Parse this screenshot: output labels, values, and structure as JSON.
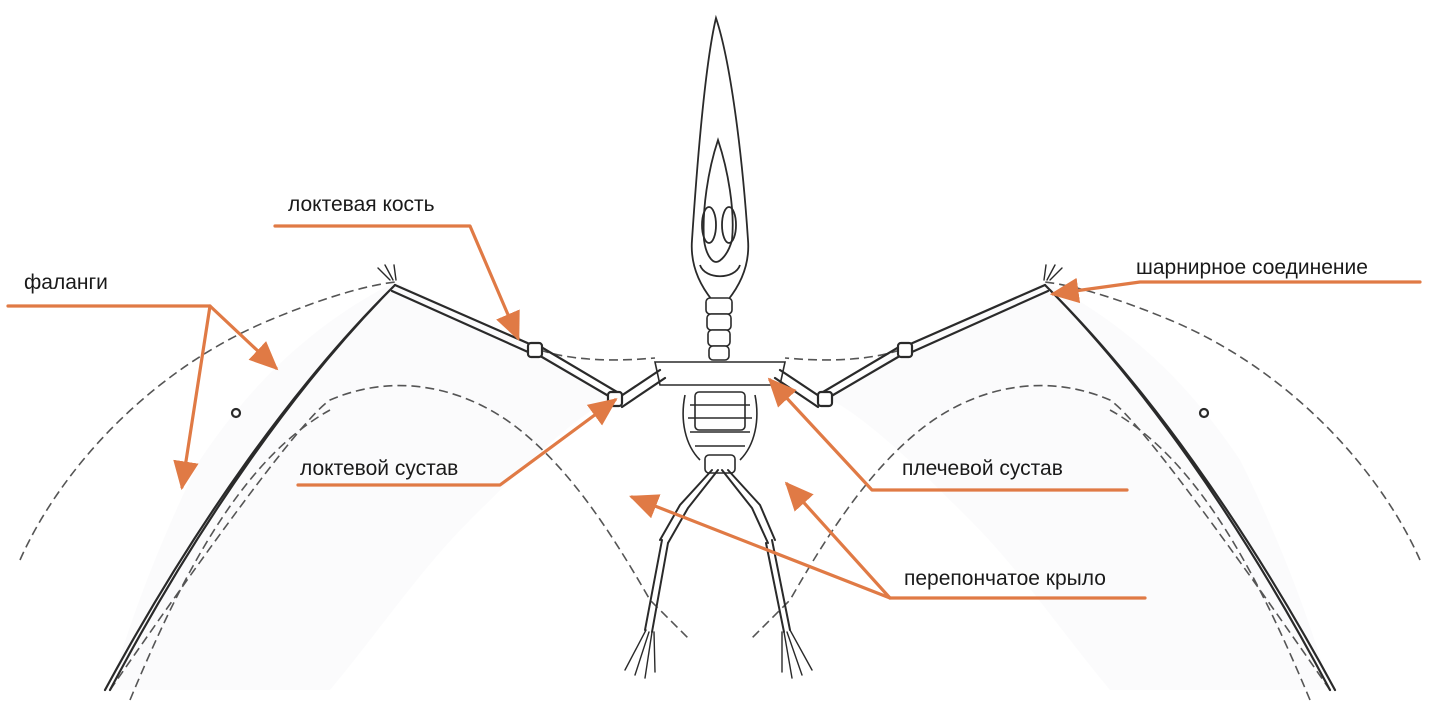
{
  "labels": {
    "ulna": "локтевая кость",
    "phalanges": "фаланги",
    "hinge_joint": "шарнирное соединение",
    "elbow_joint": "локтевой сустав",
    "shoulder_joint": "плечевой сустав",
    "membrane_wing": "перепончатое крыло"
  },
  "colors": {
    "pointer": "#e07a45",
    "bone": "#2a2a2a",
    "membrane": "#fbfbfc"
  }
}
